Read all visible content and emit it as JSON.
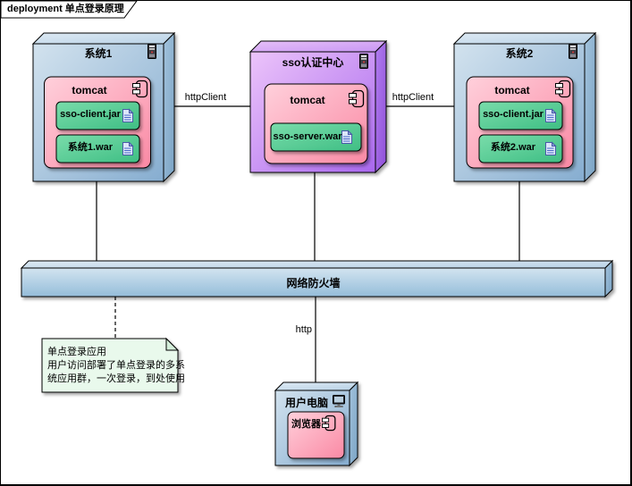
{
  "frame": {
    "title": "deployment 单点登录原理"
  },
  "nodes": {
    "system1": {
      "title": "系统1",
      "component": {
        "title": "tomcat"
      },
      "artifacts": [
        {
          "label": "sso-client.jar"
        },
        {
          "label": "系统1.war"
        }
      ]
    },
    "sso_center": {
      "title": "sso认证中心",
      "component": {
        "title": "tomcat"
      },
      "artifacts": [
        {
          "label": "sso-server.war"
        }
      ]
    },
    "system2": {
      "title": "系统2",
      "component": {
        "title": "tomcat"
      },
      "artifacts": [
        {
          "label": "sso-client.jar"
        },
        {
          "label": "系统2.war"
        }
      ]
    },
    "firewall": {
      "title": "网络防火墙"
    },
    "user_pc": {
      "title": "用户电脑",
      "component": {
        "title": "浏览器"
      }
    }
  },
  "links": {
    "system1_sso": {
      "label": "httpClient"
    },
    "sso_system2": {
      "label": "httpClient"
    },
    "firewall_userpc": {
      "label": "http"
    }
  },
  "note": {
    "line1": "单点登录应用",
    "line2": "用户访问部署了单点登录的多系",
    "line3": "统应用群，一次登录，到处使用"
  },
  "icons": {
    "node_icon": "server-icon",
    "component_icon": "component-icon",
    "artifact_icon": "document-icon",
    "user_pc_icon": "monitor-icon"
  },
  "colors": {
    "node_blue": "#a9cbe3",
    "node_purple": "#bb7df2",
    "component_pink": "#fba0b6",
    "artifact_green": "#4ec48e",
    "firewall_blue": "#aecfe6",
    "note_green": "#e9f9ec",
    "line": "#000000"
  }
}
